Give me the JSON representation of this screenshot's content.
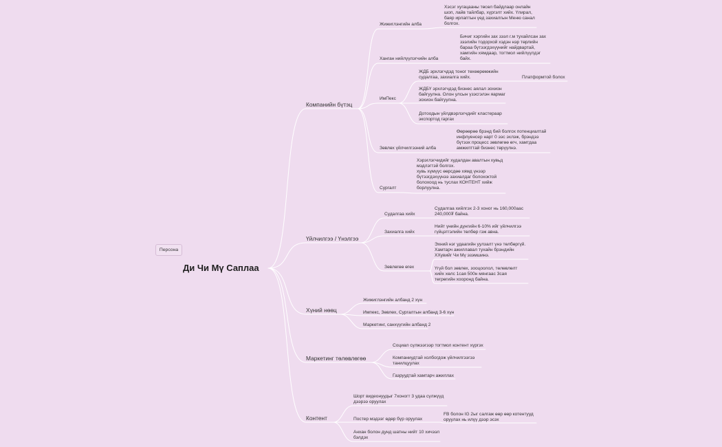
{
  "root": "Ди Чи Мү Саплаа",
  "persona": "Персона",
  "branches": {
    "company": "Компанийн бүтэц",
    "service": "Үйлчилгээ / Үнэлгээ",
    "hr": "Хүний нөөц",
    "marketing": "Маркетинг төлөвлөгөө",
    "content": "Контент"
  },
  "company": {
    "retail": "Жижиглэнгийн алба",
    "retail_note": "Хэсэг хугацааны төсөл байдлаар онлайн\nшоп, лайв тайлбар, хүргэлт хийх. Үлирал,\nбаяр ирлаптын үед захиалгын Меню санал\nболгох.",
    "supply": "Ханган нийлүүлэгчийн алба",
    "supply_note": "Бичиг хэргийн зах зээл г.м тухайлсан зах\nзээлийн тодорхой хэдэн нэр төрлийн\nбараа бүтээгдэхүүнийг найдвартай,\nхамгийн хямдаар, тогтмол нийлүүлдэг\nбайх.",
    "impex": "ИмПекс",
    "impex_1": "ЖДБ эрхлэгчдэд тоног төхөөрөмжийн\nсудалгаа, захиалга хийх.",
    "impex_platform": "Платформтой болох",
    "impex_2": "ЖДБҮ эрхлэгчдэд бизнес аялал зохион\nбайгуулна. Олон улсын үзэсгэлэн яармаг\nзохион байгуулна.",
    "impex_3": "Дотоодын үйлдвэрлэгчдийг кластераар\nэкспортод гаргах",
    "consult": "Зөвлөх үйлчилгээний алба",
    "consult_note": "Өөрөөрөө брэнд бий болгох потенциалтай\nинфлуенсер нарт 0 ээс эхлэж, брэндээ\nбүтээх процесс зөвлөгөө өгч, хамтдаа\nамжилттай бизнес төрүүлнэ.",
    "training": "Сургалт",
    "training_note": "Хэрэглэгчидийг худалдан авалтын хувьд\nмэдлэгтэй болгох.\nхувь хүмүүс өөрсдөө хямд үнээр\nбүтээгдэхүүнээ захиалдаг болохоктой\nболохоод нь туслах КОНТЕНТ хийж\nборлуулна."
  },
  "service": {
    "research": "Судалгаа хийх",
    "research_note": "Судалгаа хийлгэх 2-3 хоног нь 160,000аас\n240,000₮ байна.",
    "order": "Захиалга хийх",
    "order_note": "Нийт үнийн дүнгийн 6-10% ийг үйлчилгээ\nгүйцэтгэлийн төлбөр гэж авна.",
    "advice": "Зөвлөгөө өгөх",
    "advice_1": "Эхний нэг удаагийн уулзалт үнэ төлбөргүй.\nХамтарч ажиллавал тухайн брэндийн\nХХувийг Чи Мү эзэмшинэ.",
    "advice_2": "Үгүй бол зөвлөх, зооцоолол, төлөвлөлт\nхийх хөлс 1сая 500н мянгаас 3сая\nтөгрөгийн хооронд байна."
  },
  "hr": {
    "item_1": "Жижиглэнгийн албанд 2 хүн",
    "item_2": "Импекс, Зөвлөх, Сургалтын албанд 3-6 хүн",
    "item_3": "Маркетинг, санхүүгийн албанд 2"
  },
  "marketing": {
    "item_1": "Социал сүлжээгээр тогтмол контент хүргэх",
    "item_2": "Компаниудтай холбогдож үйлчилгээгээ\nтанилцуулах",
    "item_3": "Газруудтай хамтарч ажиллах"
  },
  "content": {
    "item_1": "Шорт видеонуудыг 7хоногт 3 удаа сүлжүүд\nдээрээ оруулах",
    "item_2": "Постер мэдээг өдөр бүр оруулах",
    "item_2_note": "FB болон IG 2ыг салгаж өөр өөр котентууд\nоруулах нь илүү дээр эсэх",
    "item_3": "Анхан болон дунд шатны нийт 10 хичээл\nбэлдэх"
  }
}
